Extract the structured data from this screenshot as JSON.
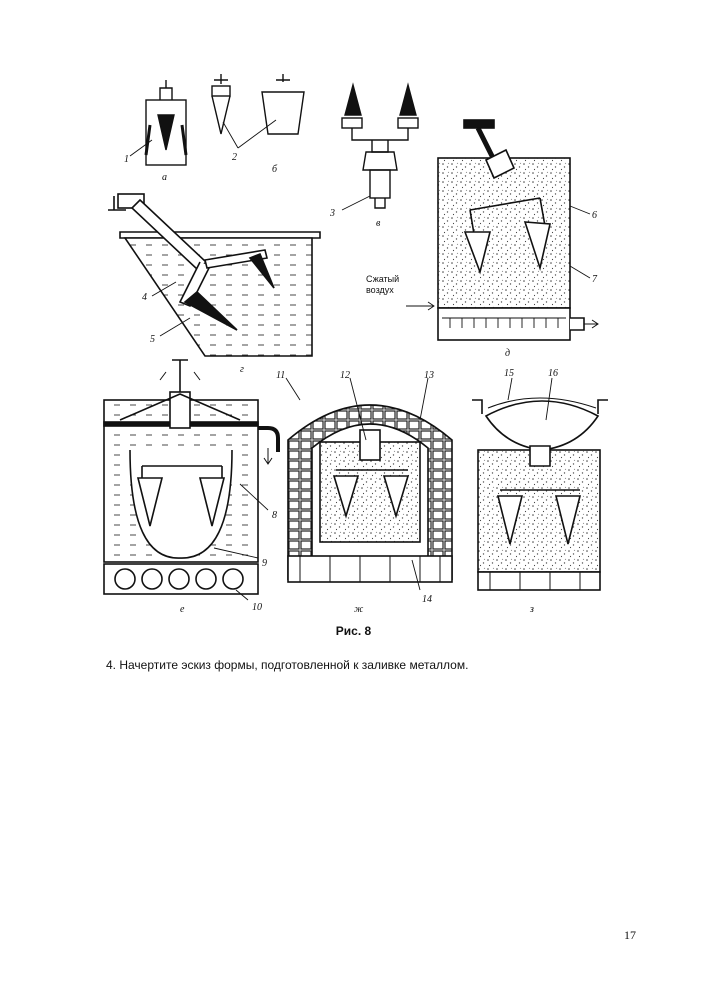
{
  "figure": {
    "caption": "Рис. 8",
    "panel_letters": [
      "а",
      "б",
      "в",
      "г",
      "д",
      "е",
      "ж",
      "з"
    ],
    "callout_numbers": [
      "1",
      "2",
      "3",
      "4",
      "5",
      "6",
      "7",
      "8",
      "9",
      "10",
      "11",
      "12",
      "13",
      "14",
      "15",
      "16"
    ],
    "air_label_line1": "Сжатый",
    "air_label_line2": "воздух"
  },
  "text": {
    "task": "4. Начертите эскиз формы, подготовленной к заливке металлом."
  },
  "page": {
    "number": "17"
  }
}
